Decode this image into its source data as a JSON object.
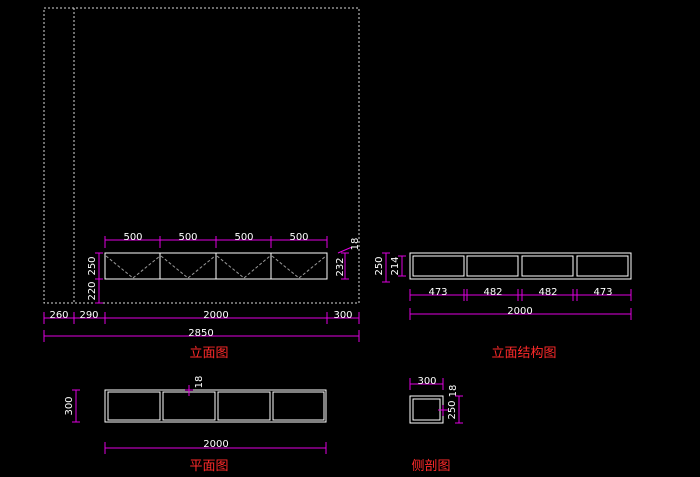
{
  "colors": {
    "background": "#000000",
    "outline": "#ffffff",
    "dimension": "#e000e0",
    "caption": "#ff2a2a"
  },
  "views": {
    "elevation": {
      "title": "立面图",
      "top_widths": [
        "500",
        "500",
        "500",
        "500"
      ],
      "heights": [
        "250",
        "220"
      ],
      "right_height": "232",
      "thickness": "18",
      "bottom_widths": [
        "260",
        "290",
        "2000",
        "300"
      ],
      "total_width": "2850"
    },
    "structure": {
      "title": "立面结构图",
      "heights": [
        "250",
        "214"
      ],
      "widths": [
        "473",
        "482",
        "482",
        "473"
      ],
      "total_width": "2000"
    },
    "plan": {
      "title": "平面图",
      "depth": "300",
      "thickness": "18",
      "total_width": "2000"
    },
    "section": {
      "title": "侧剖图",
      "depth": "300",
      "thickness": "18",
      "height": "250"
    }
  }
}
